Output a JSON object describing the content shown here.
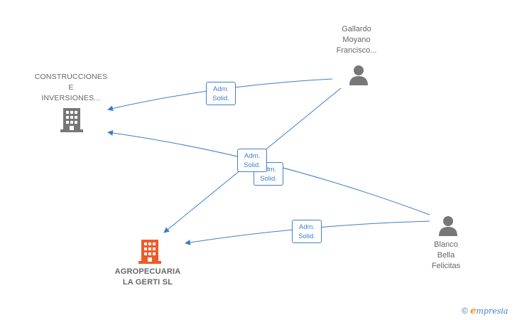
{
  "nodes": {
    "construcciones": {
      "lines": [
        "CONSTRUCCIONES",
        "E",
        "INVERSIONES..."
      ]
    },
    "agropecuaria": {
      "lines": [
        "AGROPECUARIA",
        "LA GERTI  SL"
      ]
    },
    "gallardo": {
      "lines": [
        "Gallardo",
        "Moyano",
        "Francisco..."
      ]
    },
    "blanco": {
      "lines": [
        "Blanco",
        "Bella",
        "Felicitas"
      ]
    }
  },
  "edges": [
    {
      "from": "gallardo",
      "to": "construcciones",
      "label": [
        "Adm.",
        "Solid."
      ]
    },
    {
      "from": "gallardo",
      "to": "agropecuaria",
      "label": [
        "Adm.",
        "Solid."
      ]
    },
    {
      "from": "blanco",
      "to": "construcciones",
      "label": [
        "Adm.",
        "Solid."
      ]
    },
    {
      "from": "blanco",
      "to": "agropecuaria",
      "label": [
        "Adm.",
        "Solid."
      ]
    }
  ],
  "colors": {
    "edge": "#3d7fc9",
    "company_gray": "#777777",
    "company_highlight": "#f05a28",
    "person": "#777777"
  },
  "icons": {
    "company": "building-icon",
    "person": "person-icon"
  },
  "footer": {
    "copyright": "©",
    "brand_initial": "e",
    "brand_rest": "mpresia"
  }
}
